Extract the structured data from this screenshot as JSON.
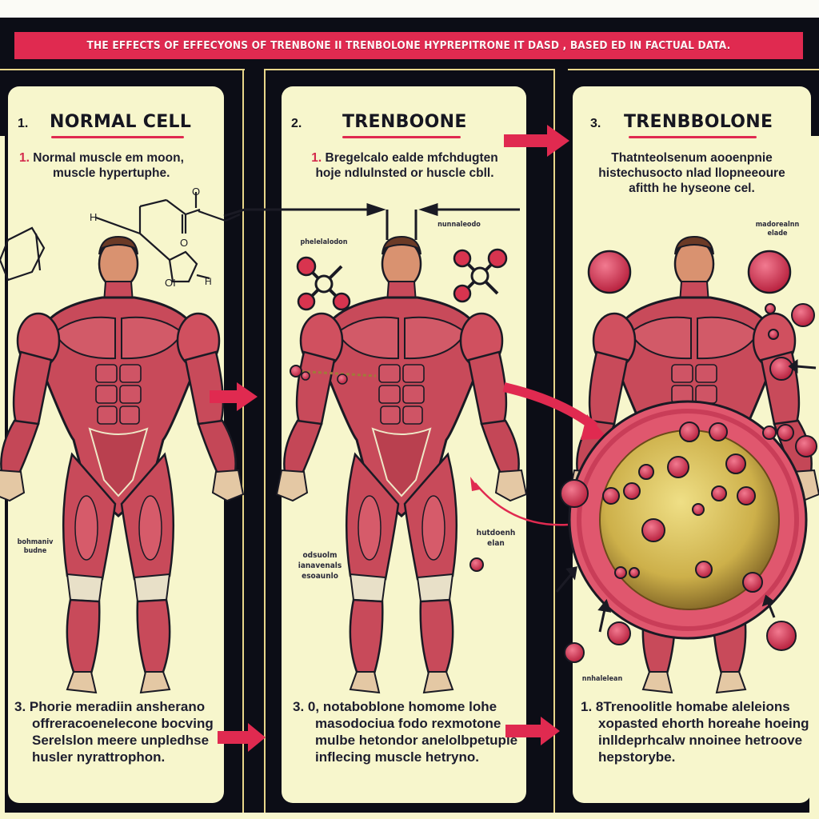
{
  "banner": {
    "title": "THE EFFECTS OF EFFECYONS OF TRENBONE II TRENBOLONE HYPREPITRONE IT DASD , BASED ED IN FACTUAL DATA.",
    "bg_color": "#e02a50"
  },
  "colors": {
    "page_bg": "#0c0d16",
    "panel_bg": "#f7f6cc",
    "accent_red": "#e02a50",
    "muscle": "#c8485a",
    "cell_core": "#d8c15a",
    "gold_rule": "#e8d68a"
  },
  "panels": [
    {
      "number": "1.",
      "title": "NORMAL CELL",
      "desc_num": "1.",
      "desc_lines": [
        "Normal muscle em moon,",
        "muscle hypertuphe."
      ],
      "chem_labels": [
        "H",
        "O",
        "O",
        "O",
        "OI",
        "H"
      ],
      "side_label": [
        "bohmaniv",
        "budne"
      ],
      "caption_num": "3.",
      "caption_lines": [
        "Phorie meradiin ansherano",
        "offreracoenelecone bocving",
        "Serelslon meere unpledhse",
        "husler nyrattrophon."
      ]
    },
    {
      "number": "2.",
      "title": "TRENBOONE",
      "desc_num": "1.",
      "desc_lines": [
        "Bregelcalo ealde mfchdugten",
        "hoje ndlulnsted or huscle cbll."
      ],
      "label_left": "phelelalodon",
      "label_right": "nunnaleodo",
      "side_label": [
        "odsuolm",
        "ianavenals",
        "esoaunlo"
      ],
      "mid_right_label": [
        "hutdoenh",
        "elan"
      ],
      "caption_num": "3. 0,",
      "caption_lines": [
        "notaboblone homome lohe",
        "masodociua fodo rexmotone",
        "mulbe hetondor anelolbpetuple",
        "inflecing muscle hetryno."
      ]
    },
    {
      "number": "3.",
      "title": "TRENBBOLONE",
      "desc_lines": [
        "Thatnteolsenum aooenpnie",
        "histechusocto nlad llopneeoure",
        "afitth he hyseone cel."
      ],
      "label_top_right": [
        "madorealnn",
        "elade"
      ],
      "label_bottom_left": "nnhalelean",
      "caption_num": "1.",
      "caption_lines": [
        "8Trenoolitle homabe aleleions",
        "xopasted ehorth horeahe hoeing",
        "inlldeprhcalw nnoinee hetroove",
        "hepstorybe."
      ]
    }
  ],
  "icons": {
    "arrows": [
      "arrow-right-icon",
      "curved-arrow-icon",
      "bracket-arrow-icon"
    ],
    "molecules": [
      "molecule-icon"
    ],
    "figures": [
      "muscle-figure",
      "cell-diagram"
    ]
  }
}
